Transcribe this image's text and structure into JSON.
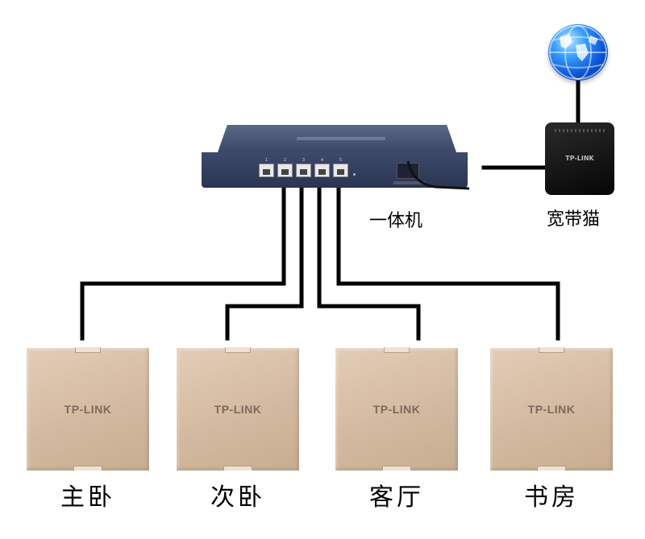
{
  "router": {
    "label": "一体机",
    "port_numbers": [
      "1",
      "2",
      "3",
      "4",
      "5"
    ]
  },
  "modem": {
    "label": "宽带猫",
    "logo": "TP-LINK"
  },
  "access_points": [
    {
      "brand": "TP-LINK",
      "room": "主卧"
    },
    {
      "brand": "TP-LINK",
      "room": "次卧"
    },
    {
      "brand": "TP-LINK",
      "room": "客厅"
    },
    {
      "brand": "TP-LINK",
      "room": "书房"
    }
  ],
  "colors": {
    "wire": "#000000",
    "router_body": "#3b4766",
    "ap_panel": "#d3b99f",
    "modem_body": "#111111",
    "globe": "#0b55d8"
  },
  "icons": {
    "internet": "globe-icon"
  }
}
